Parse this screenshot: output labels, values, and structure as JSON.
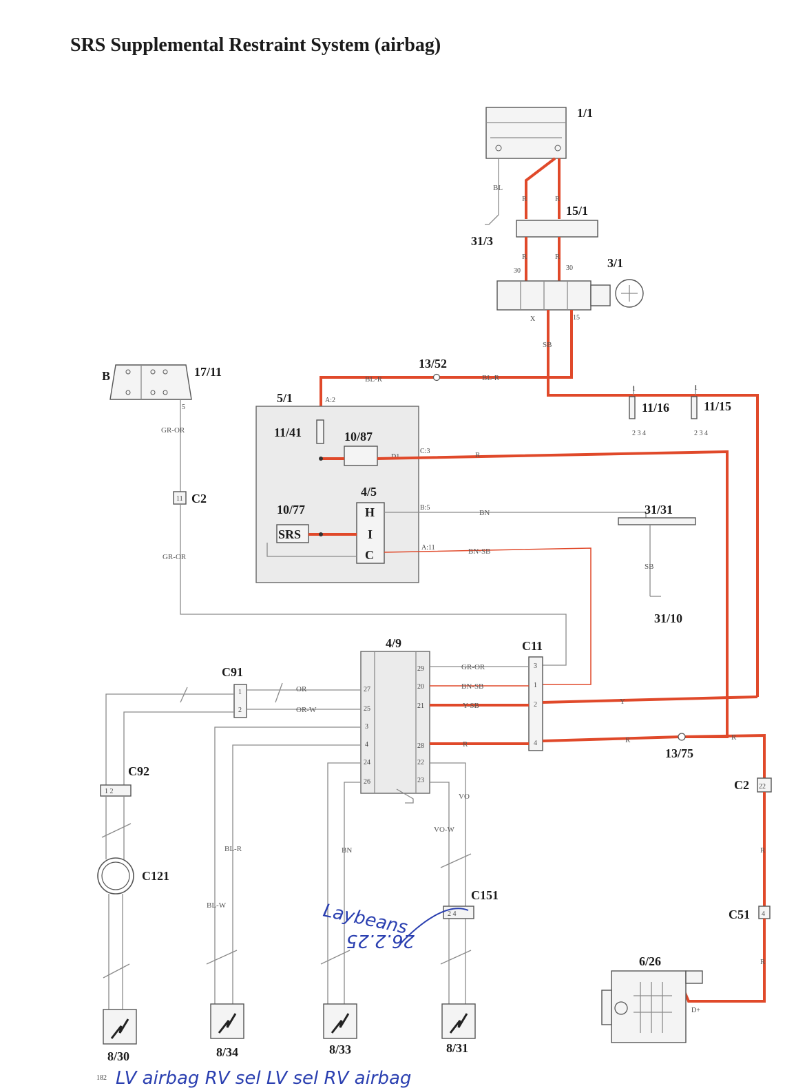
{
  "title": "SRS Supplemental Restraint System (airbag)",
  "page_number": "182",
  "components": {
    "battery": "1/1",
    "fuse_box": "15/1",
    "ignition_switch": "3/1",
    "ground_31_3": "31/3",
    "connector_b": "B",
    "connector_17_11": "17/11",
    "splice_13_52": "13/52",
    "instrument_cluster": "5/1",
    "lamp_11_41": "11/41",
    "diode_10_87": "10/87",
    "module_4_5": "4/5",
    "srs_lamp": "10/77",
    "srs_text": "SRS",
    "hic_h": "H",
    "hic_i": "I",
    "hic_c": "C",
    "fuse_11_16": "11/16",
    "fuse_11_15": "11/15",
    "ground_31_31": "31/31",
    "ground_31_10": "31/10",
    "connector_c2_upper": "C2",
    "control_unit": "4/9",
    "connector_c11": "C11",
    "connector_c91": "C91",
    "connector_c92": "C92",
    "connector_c121": "C121",
    "connector_c151": "C151",
    "splice_13_75": "13/75",
    "connector_c2_lower": "C2",
    "connector_c51": "C51",
    "alternator": "6/26",
    "airbag_8_30": "8/30",
    "airbag_8_34": "8/34",
    "airbag_8_33": "8/33",
    "airbag_8_31": "8/31"
  },
  "wire_labels": {
    "bl": "BL",
    "r1": "R",
    "r2": "R",
    "r3": "R",
    "r4": "R",
    "sb1": "SB",
    "sb2": "SB",
    "bl_r1": "BL-R",
    "bl_r2": "BL-R",
    "gr_or1": "GR-OR",
    "gr_or2": "GR-OR",
    "gr_or3": "GR-OR",
    "r_c3": "R",
    "bn": "BN",
    "bn_sb1": "BN-SB",
    "bn_sb2": "BN-SB",
    "or": "OR",
    "or_w": "OR-W",
    "y_sb": "Y-SB",
    "y": "Y",
    "r28": "R",
    "r_13_75": "R",
    "r_right1": "R",
    "r_right2": "R",
    "r_right3": "R",
    "vo": "VO",
    "vo_w": "VO-W",
    "bl_r3": "BL-R",
    "bl_w": "BL-W",
    "bn2": "BN",
    "d_plus": "D+"
  },
  "pin_labels": {
    "p30a": "30",
    "p30b": "30",
    "px": "X",
    "p15": "15",
    "pa2": "A:2",
    "pc3": "C:3",
    "pd1": "D1",
    "pb5": "B:5",
    "pa11": "A:11",
    "p5": "5",
    "c2_11": "11",
    "c2_22": "22",
    "c51_4": "4",
    "f1a": "1",
    "f1b": "1",
    "f234a": "2  3  4",
    "f234b": "2  3  4",
    "u29": "29",
    "u20": "20",
    "u21": "21",
    "u28": "28",
    "u22": "22",
    "u23": "23",
    "u27": "27",
    "u25": "25",
    "u3": "3",
    "u4": "4",
    "u24": "24",
    "u26": "26",
    "c11_3": "3",
    "c11_1": "1",
    "c11_2": "2",
    "c11_4": "4",
    "c91_1": "1",
    "c91_2": "2",
    "c92_12": "1  2",
    "c151_24": "2  4"
  },
  "handwriting": {
    "name": "Laybeans",
    "date": "26.2.25",
    "bottom": "LV  airbag   RV    sel   LV   sel    RV   airbag"
  },
  "colors": {
    "wire_power": "#e0492a",
    "wire_signal": "#8a8a8a",
    "handwriting": "#2a3fb0"
  }
}
